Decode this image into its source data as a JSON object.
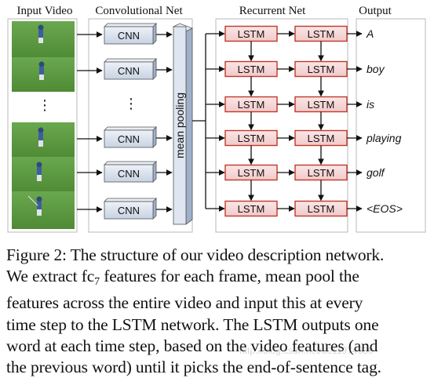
{
  "headers": {
    "input_video": "Input Video",
    "convolutional_net": "Convolutional Net",
    "recurrent_net": "Recurrent Net",
    "output": "Output"
  },
  "cnn_label": "CNN",
  "vertical_dots": "⋮",
  "mean_pooling": "mean pooling",
  "lstm_label": "LSTM",
  "output_words": [
    "A",
    "boy",
    "is",
    "playing",
    "golf",
    "<EOS>"
  ],
  "caption": {
    "line1": "Figure 2: The structure of our video description network.",
    "line2_pre": "We extract fc",
    "line2_sub": "7",
    "line2_post": " features for each frame, mean pool the",
    "line3": "features across the entire video and input this at every",
    "line4": "time step to the LSTM network. The LSTM outputs one",
    "line5": "word at each time step, based on the video features (and",
    "line6": "the previous word) until it picks the end-of-sentence tag."
  },
  "watermark": "http://blog.csdn.net/u011974639",
  "colors": {
    "lstm_fill": "#f7d9d9",
    "lstm_border": "#c0392b",
    "cnn_fill": "#d9e2ef",
    "pool_fill": "#dfe6f1",
    "panel_border": "#b8b8b8",
    "grass": "#5a9a3c"
  }
}
